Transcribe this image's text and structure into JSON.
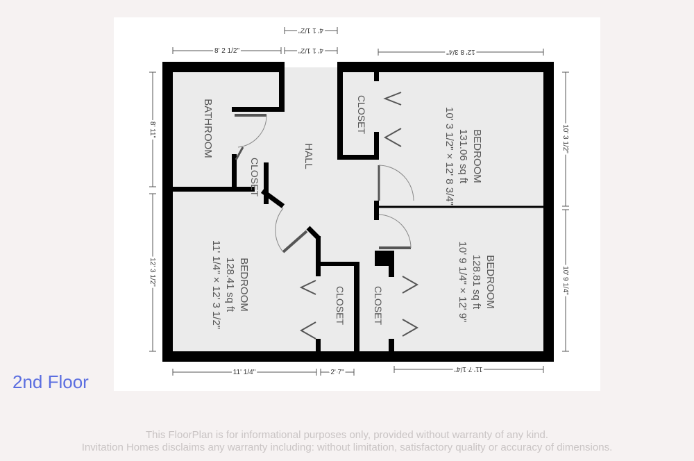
{
  "floor_label": "2nd Floor",
  "colors": {
    "background": "#f6f2f2",
    "panel": "#ffffff",
    "floor_fill": "#ebebeb",
    "wall": "#000000",
    "door_leaf": "#555555",
    "dimension_line": "#555555",
    "text": "#555555",
    "floor_label": "#5b6ee0",
    "disclaimer": "#c9c4c4"
  },
  "rooms": {
    "bedroom_top": {
      "name": "BEDROOM",
      "area": "131.06 sq ft",
      "size": "10' 3 1/2\" × 12' 8 3/4\""
    },
    "bedroom_left": {
      "name": "BEDROOM",
      "area": "128.41 sq ft",
      "size": "11' 1/4\" × 12' 3 1/2\""
    },
    "bedroom_right": {
      "name": "BEDROOM",
      "area": "128.81 sq ft",
      "size": "10' 9 1/4\" × 12' 9\""
    },
    "bathroom": {
      "name": "BATHROOM"
    },
    "hall": {
      "name": "HALL"
    },
    "closet_top": {
      "name": "CLOSET"
    },
    "closet_bath": {
      "name": "CLOSET"
    },
    "closet_bottom_left": {
      "name": "CLOSET"
    },
    "closet_bottom_right": {
      "name": "CLOSET"
    }
  },
  "dimensions": {
    "top_hall_outer": "4' 1 1/2\"",
    "top_hall_inner": "4' 1 1/2\"",
    "top_bathroom": "8' 2 1/2\"",
    "top_bedroom": "12' 8 3/4\"",
    "left_bathroom": "8' 11\"",
    "left_bedroom": "12' 3 1/2\"",
    "right_top_bedroom": "10' 3 1/2\"",
    "right_bottom_bedroom": "10' 9 1/4\"",
    "bottom_left_bedroom": "11' 1/4\"",
    "bottom_closet": "2' 7\"",
    "bottom_right_bedroom": "11' 7 1/4\""
  },
  "disclaimer": {
    "line1": "This FloorPlan is for informational purposes only, provided without warranty of any kind.",
    "line2": "Invitation Homes disclaims any warranty including: without limitation, satisfactory quality or accuracy of dimensions."
  }
}
